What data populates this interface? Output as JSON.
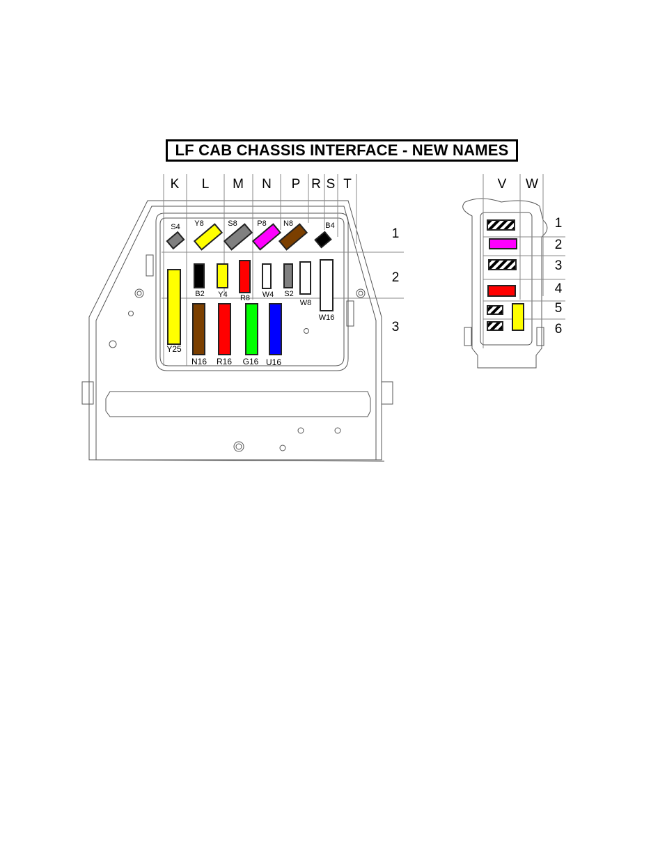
{
  "title": "LF CAB CHASSIS INTERFACE - NEW NAMES",
  "main_connector": {
    "columns": [
      "K",
      "L",
      "M",
      "N",
      "P",
      "R",
      "S",
      "T"
    ],
    "rows": [
      "1",
      "2",
      "3"
    ],
    "fuses": [
      {
        "name": "S4",
        "color": "#808080"
      },
      {
        "name": "Y8",
        "color": "#ffff00"
      },
      {
        "name": "S8",
        "color": "#808080"
      },
      {
        "name": "P8",
        "color": "#ff00ff"
      },
      {
        "name": "N8",
        "color": "#7b3f00"
      },
      {
        "name": "B4",
        "color": "#000000"
      },
      {
        "name": "B2",
        "color": "#000000"
      },
      {
        "name": "Y4",
        "color": "#ffff00"
      },
      {
        "name": "R8",
        "color": "#ff0000"
      },
      {
        "name": "W4",
        "color": "#ffffff"
      },
      {
        "name": "S2",
        "color": "#808080"
      },
      {
        "name": "W8",
        "color": "#ffffff"
      },
      {
        "name": "W16",
        "color": "#ffffff"
      },
      {
        "name": "Y25",
        "color": "#ffff00"
      },
      {
        "name": "N16",
        "color": "#7b3f00"
      },
      {
        "name": "R16",
        "color": "#ff0000"
      },
      {
        "name": "G16",
        "color": "#00ff00"
      },
      {
        "name": "U16",
        "color": "#0000ff"
      }
    ]
  },
  "side_connector": {
    "columns": [
      "V",
      "W"
    ],
    "rows": [
      "1",
      "2",
      "3",
      "4",
      "5",
      "6"
    ],
    "slots": [
      {
        "row": "1",
        "fill": "hatched"
      },
      {
        "row": "2",
        "fill": "#ff00ff"
      },
      {
        "row": "3",
        "fill": "hatched"
      },
      {
        "row": "4",
        "fill": "#ff0000"
      },
      {
        "row": "5",
        "fill": "hatched"
      },
      {
        "row": "6",
        "fill": "hatched"
      },
      {
        "row": "5-6",
        "column": "W",
        "fill": "#ffff00"
      }
    ]
  }
}
